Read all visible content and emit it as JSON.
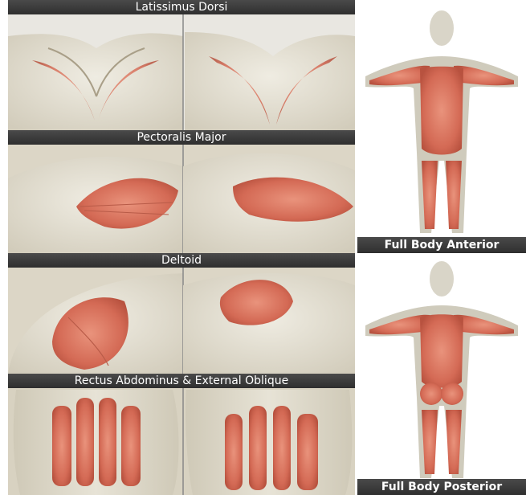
{
  "panels": {
    "latissimus": {
      "title": "Latissimus Dorsi"
    },
    "pectoralis": {
      "title": "Pectoralis Major"
    },
    "deltoid": {
      "title": "Deltoid"
    },
    "abdominus": {
      "title": "Rectus Abdominus & External Oblique"
    },
    "anterior": {
      "title": "Full Body Anterior"
    },
    "posterior": {
      "title": "Full Body Posterior"
    }
  },
  "colors": {
    "skin": "#ddd8c8",
    "muscle": "#d96e5a",
    "label_bg": "#3a3a3a",
    "label_text": "#ffffff"
  }
}
